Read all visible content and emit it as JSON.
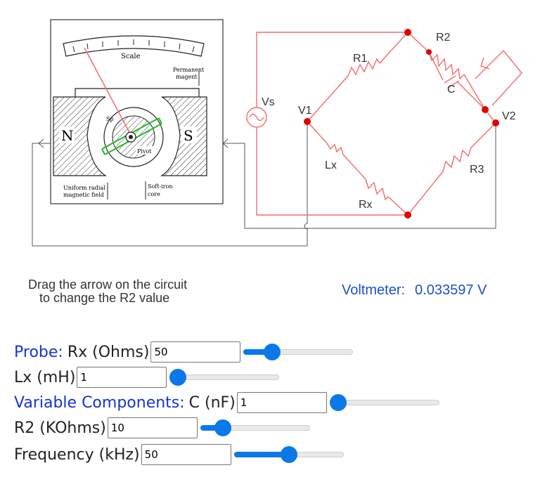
{
  "meter": {
    "scale_label": "Scale",
    "permanent_label_1": "Permanent",
    "permanent_label_2": "magent",
    "north": "N",
    "south": "S",
    "spring_label": "Sp",
    "pivot_label": "Pivot",
    "uniform_label_1": "Uniform radial",
    "uniform_label_2": "magnetic field",
    "softiron_label_1": "Soft-iron",
    "softiron_label_2": "core"
  },
  "circuit": {
    "vs": "Vs",
    "v1": "V1",
    "v2": "V2",
    "r1": "R1",
    "r2": "R2",
    "r3": "R3",
    "c": "C",
    "lx": "Lx",
    "rx": "Rx",
    "wire_color": "#f26b6b",
    "node_color": "#e00000"
  },
  "instructions": {
    "line1": "Drag the arrow on the circuit",
    "line2": "to change the R2 value"
  },
  "voltmeter": {
    "label": "Voltmeter:",
    "value": "0.033597 V"
  },
  "controls": {
    "probe_heading": "Probe:",
    "variable_heading": "Variable Components:",
    "rows": [
      {
        "label": "Rx (Ohms)",
        "value": "50",
        "slider_fraction": 0.22
      },
      {
        "label": "Lx (mH)",
        "value": "1",
        "slider_fraction": 0.0
      },
      {
        "label": "C (nF)",
        "value": "1",
        "slider_fraction": 0.0
      },
      {
        "label": "R2 (KOhms)",
        "value": "10",
        "slider_fraction": 0.15
      },
      {
        "label": "Frequency (kHz)",
        "value": "50",
        "slider_fraction": 0.5
      }
    ]
  }
}
